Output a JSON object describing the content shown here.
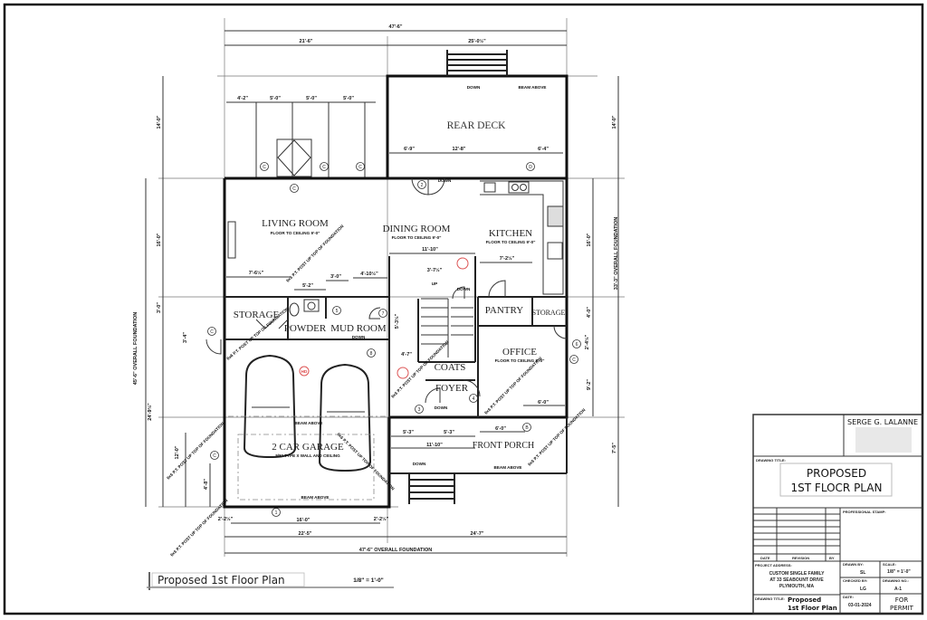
{
  "rooms": {
    "rear_deck": "REAR DECK",
    "living_room": "LIVING ROOM",
    "dining_room": "DINING ROOM",
    "kitchen": "KITCHEN",
    "storage_left": "STORAGE",
    "powder": "POWDER",
    "mud_room": "MUD ROOM",
    "pantry": "PANTRY",
    "storage_right": "STORAGE",
    "office": "OFFICE",
    "coats": "COATS",
    "foyer": "FOYER",
    "garage": "2 CAR GARAGE",
    "front_porch": "FRONT PORCH"
  },
  "notes": {
    "ceiling": "FLOOR TO CEILING 9'-0\"",
    "garage_wall": "5/8\" TYPE X WALL AND CEILING",
    "down": "DOWN",
    "up": "UP",
    "beam_above": "BEAM ABOVE",
    "hd": "HD"
  },
  "dimensions": {
    "overall_top": "47'-6\"",
    "top_left": "21'-6\"",
    "top_right": "25'-0½\"",
    "bay_1": "4'-2\"",
    "bay_2": "5'-0\"",
    "bay_3": "5'-0\"",
    "bay_4": "5'-0\"",
    "deck_1": "6'-9\"",
    "deck_2": "12'-8\"",
    "deck_3": "6'-4\"",
    "left_deck": "14'-0\"",
    "right_deck": "14'-0\"",
    "left_living": "16'-0\"",
    "right_kitchen": "16'-0\"",
    "left_hall": "3'-0\"",
    "right_storage": "4'-0\"",
    "left_garage": "24'-9½\"",
    "left_overall": "45'-6\" OVERALL FOUNDATION",
    "right_overall": "33'-3\" OVERALL FOUNDATION",
    "right_porch": "7'-5\"",
    "right_office": "9'-2\"",
    "right_small": "2'-4½\"",
    "left_door": "3'-4\"",
    "left_garage_a": "12'-0\"",
    "left_garage_b": "4'-8\"",
    "living_a": "7'-6½\"",
    "living_b": "5'-2\"",
    "living_c": "3'-0\"",
    "living_d": "4'-10½\"",
    "dining_a": "11'-10\"",
    "kitchen_a": "7'-2½\"",
    "stair_a": "3'-7½\"",
    "stair_side": "5'-3½\"",
    "foyer_a": "4'-7\"",
    "porch_a": "5'-3\"",
    "porch_b": "5'-3\"",
    "porch_c": "11'-10\"",
    "office_a": "6'-0\"",
    "porch_d": "6'-0\"",
    "garage_a": "2'-2½\"",
    "garage_b": "16'-0\"",
    "garage_c": "2'-2½\"",
    "bottom_left": "22'-5\"",
    "bottom_right": "24'-7\"",
    "bottom_overall": "47'-6\" OVERALL FOUNDATION"
  },
  "tags": [
    "C",
    "C",
    "C",
    "C",
    "D",
    "2",
    "3",
    "4",
    "5",
    "6",
    "7",
    "8",
    "1",
    "C",
    "B",
    "C",
    "C"
  ],
  "post_note": "6x6 P.T. POST UP TOP OF FOUNDATION",
  "caption": {
    "title": "Proposed  1st Floor Plan",
    "scale": "1/8\" = 1'-0\""
  },
  "title_block": {
    "designer": "SERGE G. LALANNE",
    "drawing_title_label": "DRAWING TITLE:",
    "drawing_title_1": "PROPOSED",
    "drawing_title_2": "1ST FLOCR PLAN",
    "professional_stamp": "PROFESSIONAL STAMP:",
    "date_label": "DATE",
    "revision_label": "REVISION",
    "by_label": "BY",
    "project_address_label": "PROJECT ADDRESS:",
    "project_1": "CUSTOM SINGLE FAMILY",
    "project_2": "AT 33 SEABOUNT DRIVE",
    "project_3": "PLYMOUTH, MA",
    "drawn_by_label": "DRAWN BY:",
    "drawn_by": "SL",
    "checked_by_label": "CHECKED BY:",
    "checked_by": "LG",
    "date_field_label": "DATE:",
    "date": "03-01-2024",
    "scale_label": "SCALE:",
    "scale": "1/8\" = 1'-0\"",
    "drawing_no_label": "DRAWING NO.:",
    "drawing_no": "A-1",
    "sheet_title_label": "DRAWING TITLE:",
    "sheet_title_1": "Proposed",
    "sheet_title_2": "1st Floor Plan",
    "status_1": "FOR",
    "status_2": "PERMIT"
  }
}
